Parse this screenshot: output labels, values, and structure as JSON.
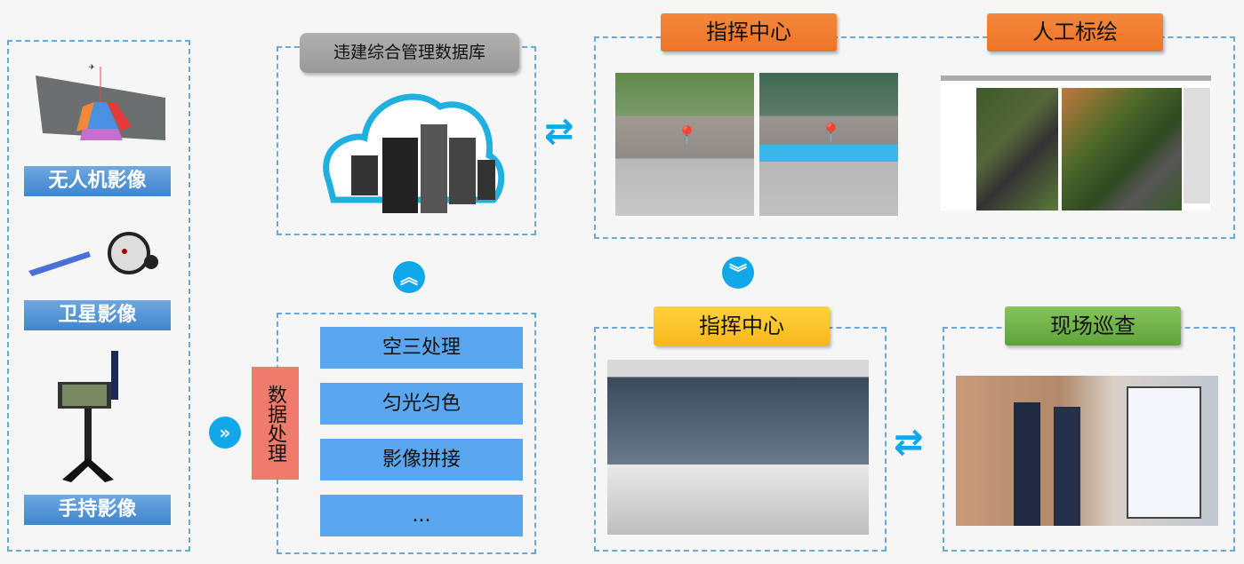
{
  "sources": {
    "drone": "无人机影像",
    "satellite": "卫星影像",
    "handheld": "手持影像"
  },
  "database": {
    "title": "违建综合管理数据库"
  },
  "processing": {
    "label": "数据处理",
    "steps": [
      "空三处理",
      "匀光匀色",
      "影像拼接",
      "..."
    ]
  },
  "command_top": {
    "title": "指挥中心"
  },
  "annotation": {
    "title": "人工标绘"
  },
  "command_bottom": {
    "title": "指挥中心"
  },
  "inspection": {
    "title": "现场巡查"
  },
  "colors": {
    "accent": "#10a8e8",
    "dashed": "#6aa8d8",
    "orange": "#ef7b2e",
    "yellow": "#fbc52b",
    "green": "#6db245",
    "process": "#f07b6a",
    "step": "#5aa7ef"
  }
}
